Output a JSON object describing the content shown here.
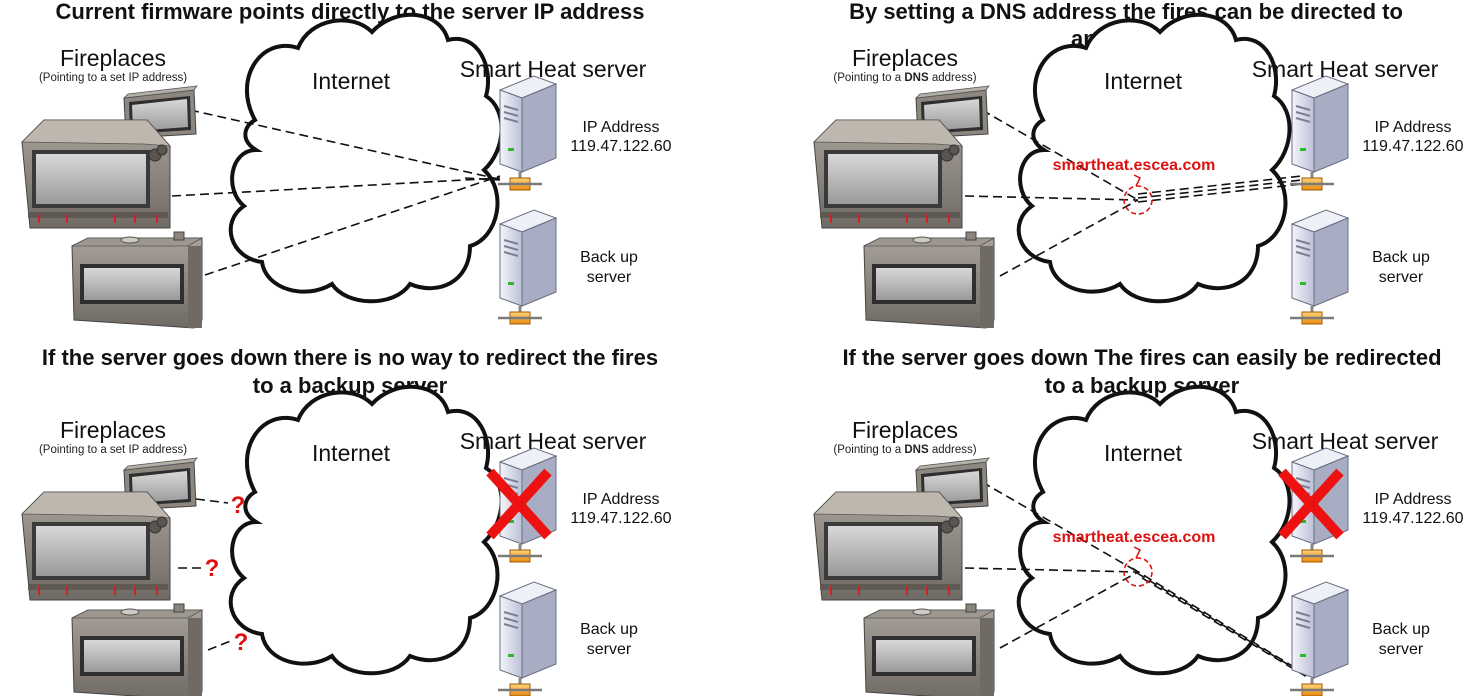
{
  "panels": [
    {
      "title_lines": [
        "Current firmware points directly to the server IP address"
      ],
      "fireplaces_label": "Fireplaces",
      "pointing_pre": "(Pointing to a set IP address)",
      "pointing_bold": "",
      "pointing_post": "",
      "internet_label": "Internet",
      "server_label": "Smart Heat server",
      "ip_label": "IP Address",
      "ip_value": "119.47.122.60",
      "backup_lines": [
        "Back up",
        "server"
      ],
      "dns_label": "",
      "server_down": false
    },
    {
      "title_lines": [
        "By setting a DNS address the fires can be directed to",
        "any server"
      ],
      "fireplaces_label": "Fireplaces",
      "pointing_pre": "(Pointing to a ",
      "pointing_bold": "DNS",
      "pointing_post": " address)",
      "internet_label": "Internet",
      "server_label": "Smart Heat server",
      "ip_label": "IP Address",
      "ip_value": "119.47.122.60",
      "backup_lines": [
        "Back up",
        "server"
      ],
      "dns_label": "smartheat.escea.com",
      "server_down": false
    },
    {
      "title_lines": [
        "If the server goes down there is no way to redirect the fires",
        "to a backup server"
      ],
      "fireplaces_label": "Fireplaces",
      "pointing_pre": "(Pointing to a set IP address)",
      "pointing_bold": "",
      "pointing_post": "",
      "internet_label": "Internet",
      "server_label": "Smart Heat server",
      "ip_label": "IP Address",
      "ip_value": "119.47.122.60",
      "backup_lines": [
        "Back up",
        "server"
      ],
      "dns_label": "",
      "server_down": true,
      "question_marks": [
        "?",
        "?",
        "?"
      ]
    },
    {
      "title_lines": [
        "If the server goes down The fires can easily be redirected",
        "to a backup server"
      ],
      "fireplaces_label": "Fireplaces",
      "pointing_pre": "(Pointing to a ",
      "pointing_bold": "DNS",
      "pointing_post": " address)",
      "internet_label": "Internet",
      "server_label": "Smart Heat server",
      "ip_label": "IP Address",
      "ip_value": "119.47.122.60",
      "backup_lines": [
        "Back up",
        "server"
      ],
      "dns_label": "smartheat.escea.com",
      "server_down": true
    }
  ],
  "colors": {
    "accent_red": "#e01010",
    "cross_red": "#ee1111",
    "line": "#111111",
    "fire_body": "#8c8680",
    "fire_glass": "#b8b8b8",
    "server_body": "#d7d9e8",
    "connector": "#f2a020"
  }
}
